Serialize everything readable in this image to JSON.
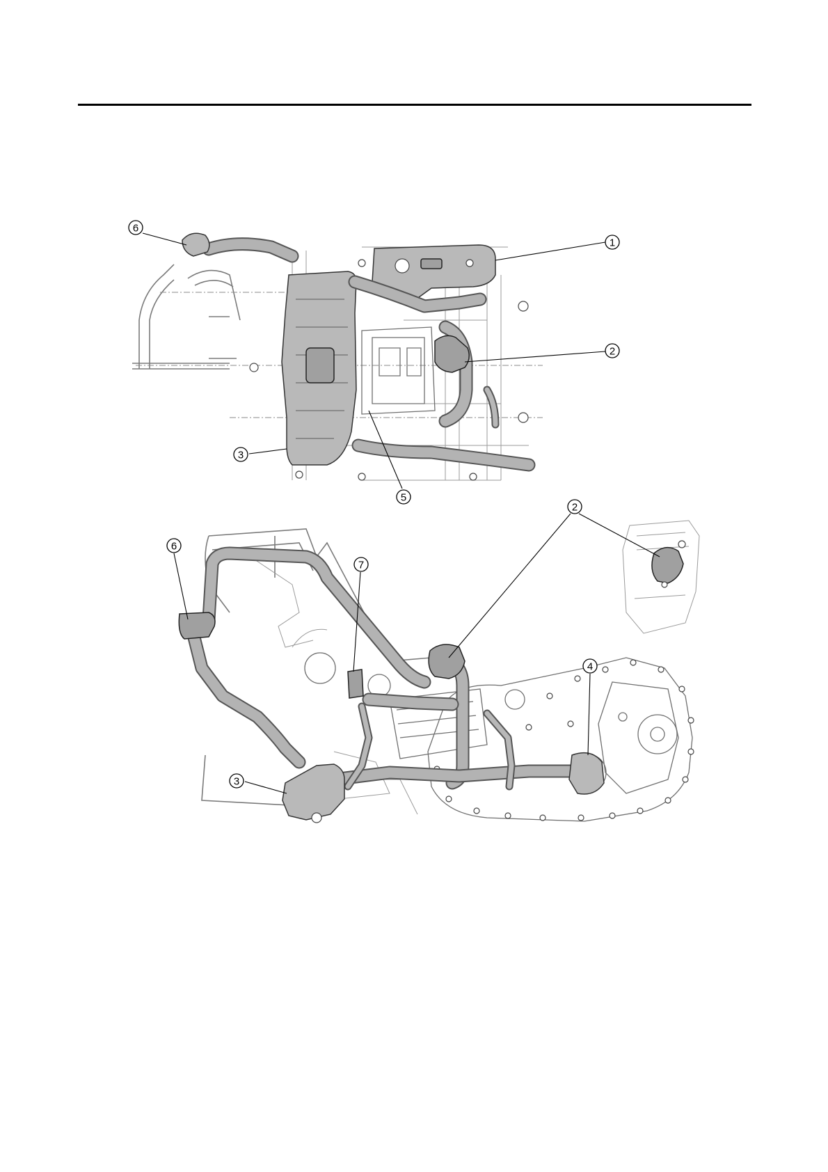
{
  "callouts": {
    "c1": "1",
    "c2": "2",
    "c3": "3",
    "c4": "4",
    "c5": "5",
    "c6": "6",
    "c7": "7"
  },
  "colors": {
    "hose_fill": "#b3b3b3",
    "hose_outline": "#555555",
    "frame_line": "#7a7a7a",
    "rule": "#000000"
  }
}
